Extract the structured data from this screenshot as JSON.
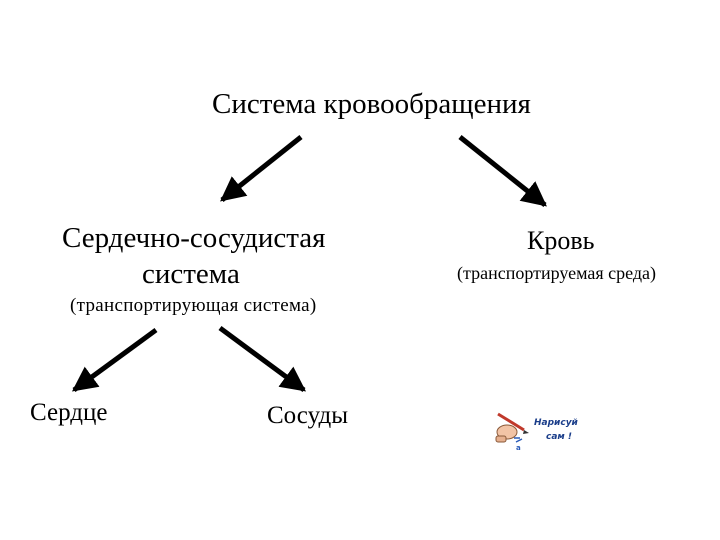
{
  "title": "Система кровообращения",
  "cardiovascular": {
    "line1": "Сердечно-сосудистая",
    "line2": "система",
    "subtitle": "(транспортирующая система)"
  },
  "blood": {
    "label": "Кровь",
    "subtitle": "(транспортируемая среда)"
  },
  "heart": {
    "label": "Сердце"
  },
  "vessels": {
    "label": "Сосуды"
  },
  "badge": {
    "line1": "Нарисуй",
    "line2": "сам !",
    "icon": "hand-with-pencil-icon"
  }
}
